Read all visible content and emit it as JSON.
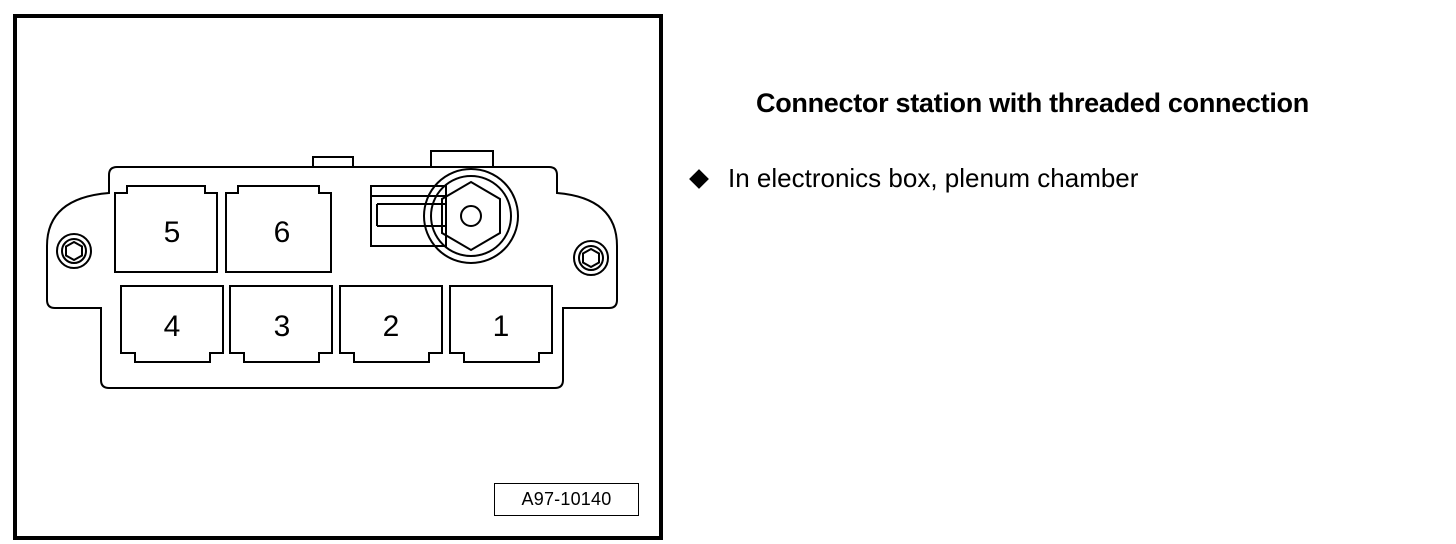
{
  "figure": {
    "id": "A97-10140",
    "pins": {
      "p1": "1",
      "p2": "2",
      "p3": "3",
      "p4": "4",
      "p5": "5",
      "p6": "6"
    }
  },
  "text": {
    "heading": "Connector station with threaded connection",
    "bullets": [
      "In electronics box, plenum chamber"
    ]
  },
  "colors": {
    "ink": "#000000",
    "paper": "#ffffff"
  },
  "icons": {
    "bullet": "diamond-bullet-icon"
  }
}
